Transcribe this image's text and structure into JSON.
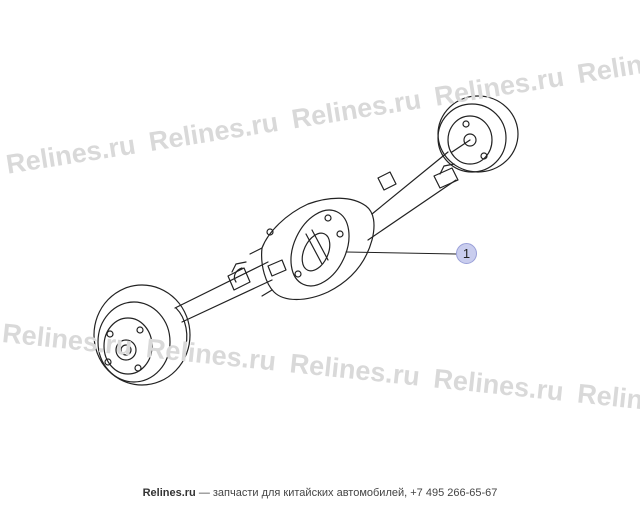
{
  "watermark": {
    "text": "Relines.ru"
  },
  "callout": {
    "number": "1"
  },
  "footer": {
    "brand": "Relines.ru",
    "text": " — запчасти для китайских автомобилей, +7 495 266-65-67"
  },
  "colors": {
    "line": "#222222",
    "watermark": "#d9d9d9",
    "badge_fill": "#c9cdee"
  }
}
